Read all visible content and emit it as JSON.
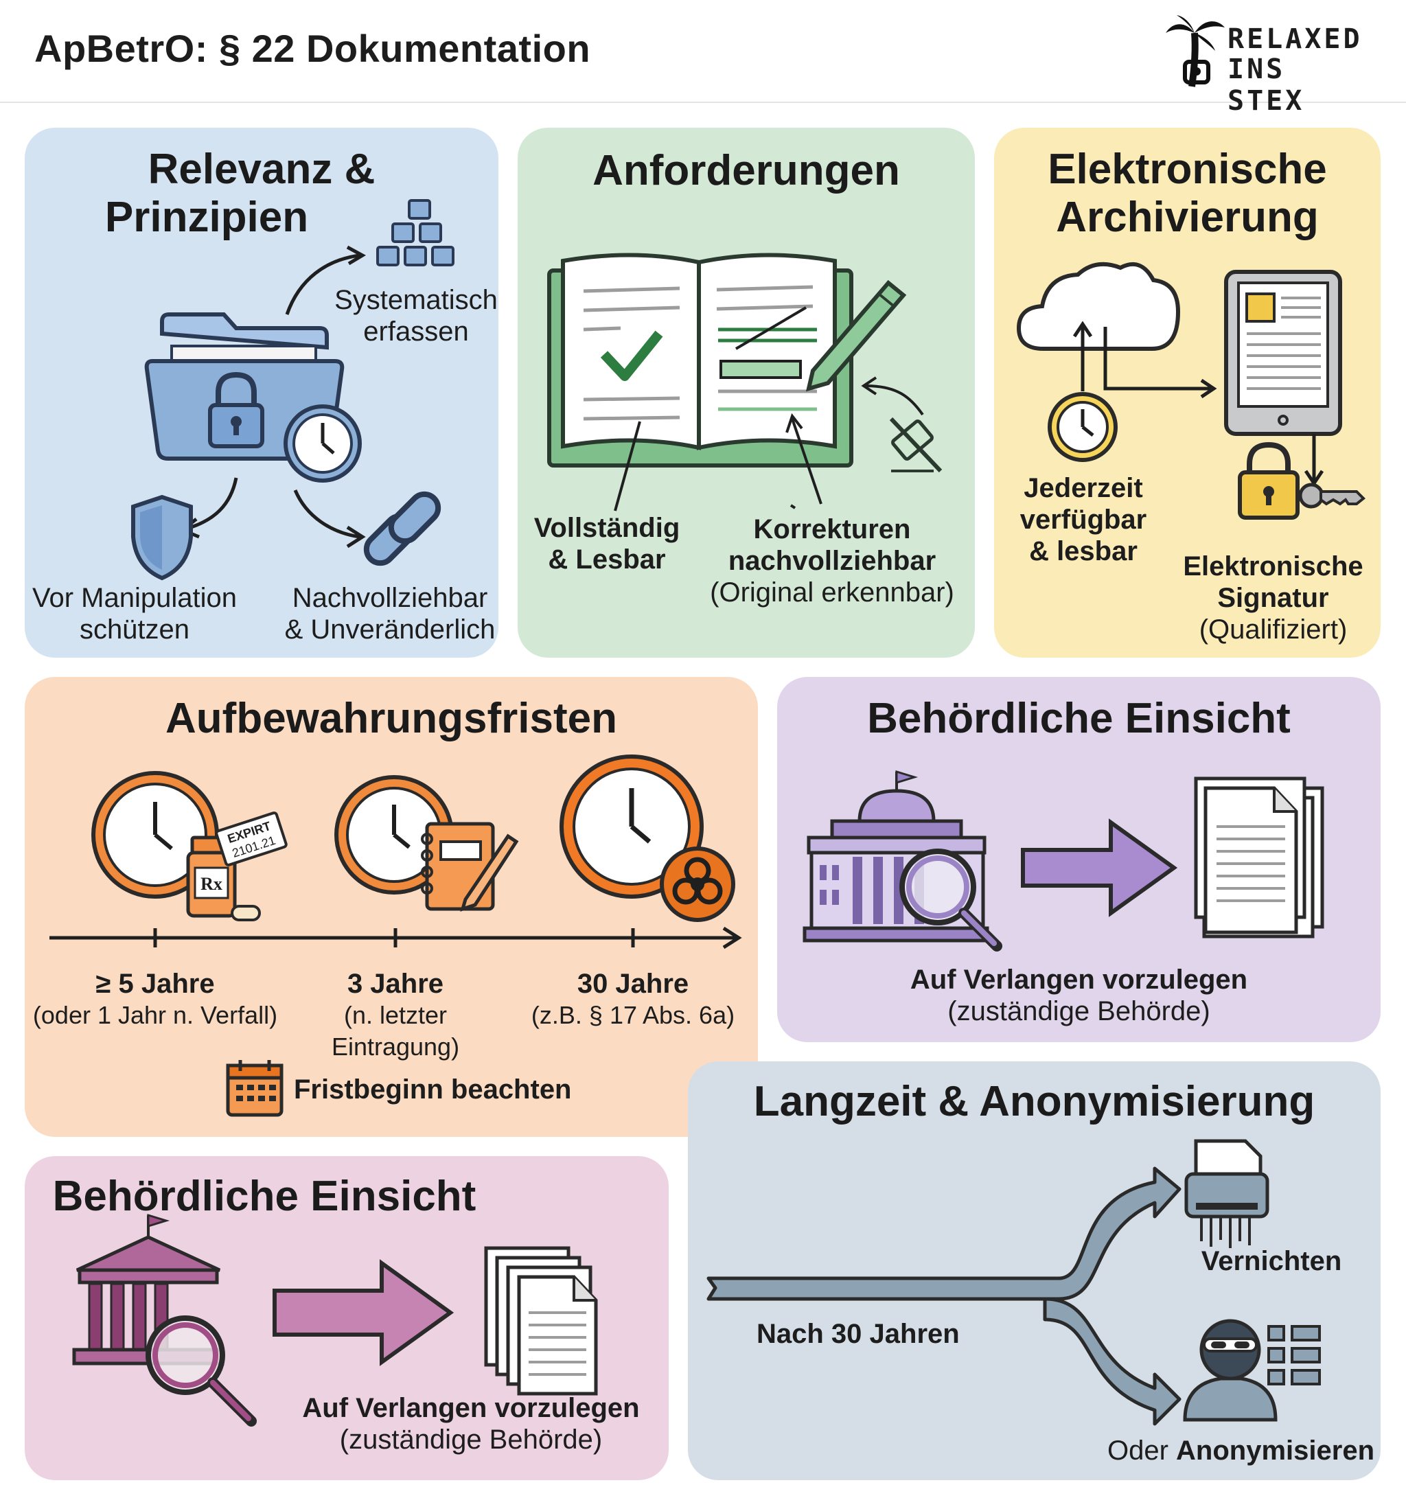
{
  "header": {
    "title": "ApBetrO: § 22 Dokumentation",
    "logo_line1": "RELAXED",
    "logo_line2": "INS STEX"
  },
  "relevanz": {
    "title_line1": "Relevanz &",
    "title_line2": "Prinzipien",
    "label_systematisch_1": "Systematisch",
    "label_systematisch_2": "erfassen",
    "label_manipulation_1": "Vor Manipulation",
    "label_manipulation_2": "schützen",
    "label_nachvollziehbar_1": "Nachvollziehbar",
    "label_nachvollziehbar_2": "& Unveränderlich"
  },
  "anforderungen": {
    "title": "Anforderungen",
    "label_vollstaendig_1": "Vollständig",
    "label_vollstaendig_2": "& Lesbar",
    "label_korrekturen_1": "Korrekturen",
    "label_korrekturen_2": "nachvollziehbar",
    "label_korrekturen_3": "(Original erkennbar)"
  },
  "archivierung": {
    "title_line1": "Elektronische",
    "title_line2": "Archivierung",
    "label_jederzeit_1": "Jederzeit",
    "label_jederzeit_2": "verfügbar",
    "label_jederzeit_3": "& lesbar",
    "label_signatur_1": "Elektronische",
    "label_signatur_2": "Signatur",
    "label_signatur_3": "(Qualifiziert)"
  },
  "fristen": {
    "title": "Aufbewahrungsfristen",
    "expiry_stamp_1": "EXPIRT",
    "expiry_stamp_2": "2101.21",
    "rx": "Rx",
    "items": [
      {
        "value": "≥ 5 Jahre",
        "note": "(oder 1 Jahr n. Verfall)"
      },
      {
        "value": "3 Jahre",
        "note": "(n. letzter Eintragung)"
      },
      {
        "value": "30 Jahre",
        "note": "(z.B. § 17 Abs. 6a)"
      }
    ],
    "footer": "Fristbeginn beachten"
  },
  "einsicht_a": {
    "title": "Behördliche Einsicht",
    "label_1": "Auf Verlangen vorzulegen",
    "label_2": "(zuständige Behörde)"
  },
  "einsicht_b": {
    "title": "Behördliche Einsicht",
    "label_1": "Auf Verlangen vorzulegen",
    "label_2": "(zuständige Behörde)"
  },
  "langzeit": {
    "title": "Langzeit & Anonymisierung",
    "label_nach": "Nach 30 Jahren",
    "label_vernichten": "Vernichten",
    "label_oder": "Oder",
    "label_anonymisieren": "Anonymisieren"
  },
  "colors": {
    "blue_panel": "#d3e3f2",
    "green_panel": "#d4e9d5",
    "yellow_panel": "#fbecb7",
    "orange_panel": "#fbdcc3",
    "purple_panel": "#e0d5ea",
    "pink_panel": "#edd3e1",
    "slate_panel": "#d5dee6"
  }
}
